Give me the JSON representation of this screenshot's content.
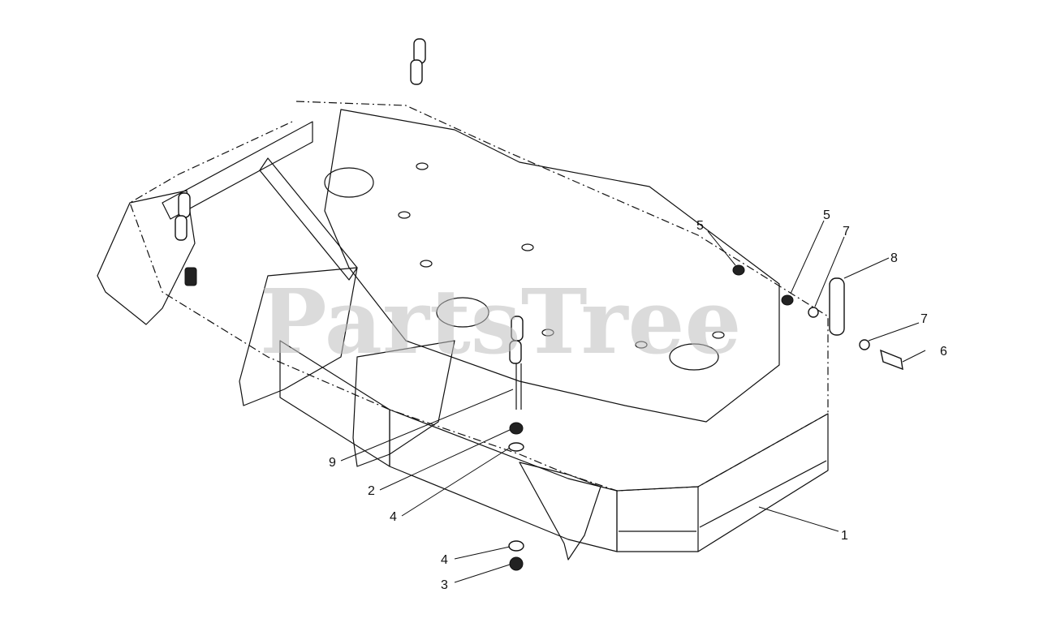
{
  "watermark": "PartsTree",
  "callouts": [
    {
      "id": "c1",
      "label": "1"
    },
    {
      "id": "c2",
      "label": "2"
    },
    {
      "id": "c3",
      "label": "3"
    },
    {
      "id": "c4a",
      "label": "4"
    },
    {
      "id": "c4b",
      "label": "4"
    },
    {
      "id": "c5a",
      "label": "5"
    },
    {
      "id": "c5b",
      "label": "5"
    },
    {
      "id": "c6",
      "label": "6"
    },
    {
      "id": "c7a",
      "label": "7"
    },
    {
      "id": "c7b",
      "label": "7"
    },
    {
      "id": "c8",
      "label": "8"
    },
    {
      "id": "c9",
      "label": "9"
    }
  ]
}
